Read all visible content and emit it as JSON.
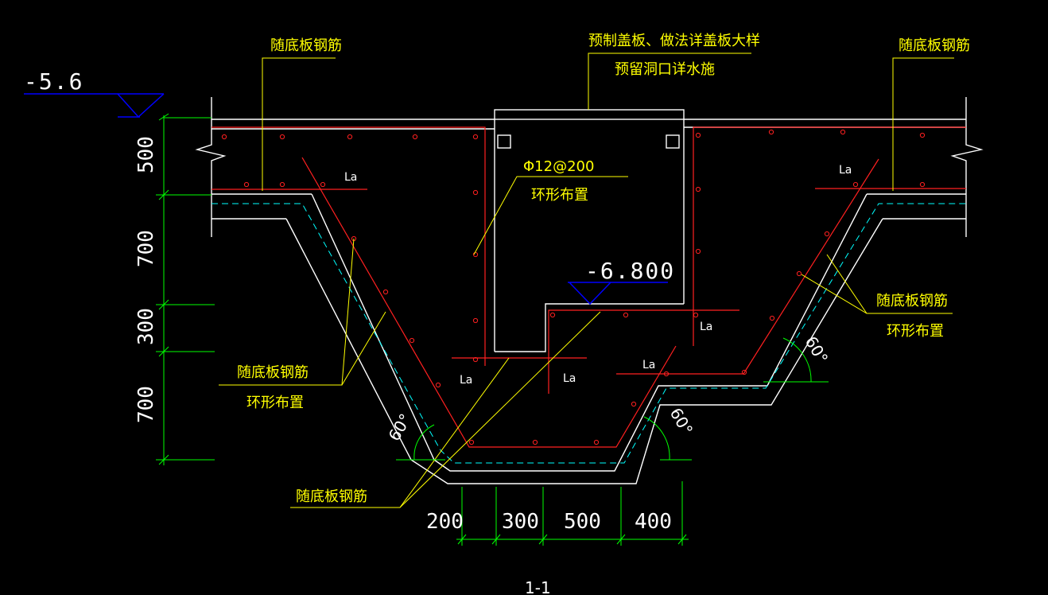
{
  "labels": {
    "rebar_top_left": "随底板钢筋",
    "rebar_top_right": "随底板钢筋",
    "cover_line1": "预制盖板、做法详盖板大样",
    "cover_line2": "预留洞口详水施",
    "phi_spec": "Φ12@200",
    "phi_ring": "环形布置",
    "left_mid_1": "随底板钢筋",
    "left_mid_2": "环形布置",
    "right_mid_1": "随底板钢筋",
    "right_mid_2": "环形布置",
    "bottom_rebar": "随底板钢筋",
    "la": "La"
  },
  "elevations": {
    "top_left": "-5.6",
    "pit": "-6.800"
  },
  "dimensions": {
    "vertical": [
      "500",
      "700",
      "300",
      "700"
    ],
    "horizontal": [
      "200",
      "300",
      "500",
      "400"
    ]
  },
  "angles": {
    "left_bottom": "60°",
    "right_upper": "60°",
    "right_bottom": "60°"
  },
  "section_title": "1-1"
}
